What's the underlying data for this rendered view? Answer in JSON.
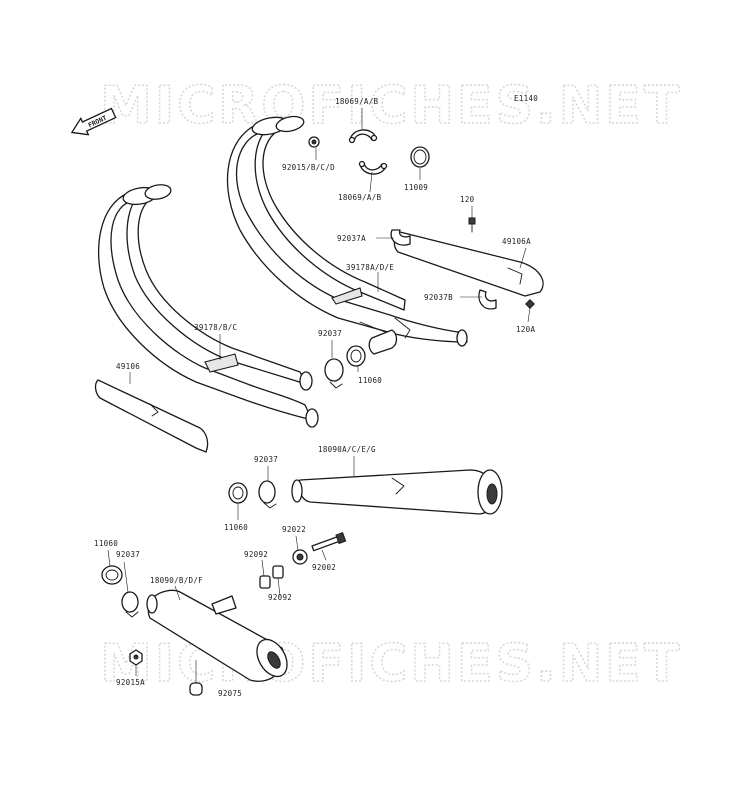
{
  "diagram": {
    "code": "E1140",
    "front_label": "FRONT",
    "watermark": "MICROFICHES.NET"
  },
  "parts": {
    "p18069ab_top": "18069/A/B",
    "p92015bcd": "92015/B/C/D",
    "p18069ab_bottom": "18069/A/B",
    "p11009": "11009",
    "p120": "120",
    "p49106a": "49106A",
    "p92037a": "92037A",
    "p39178ade": "39178A/D/E",
    "p92037b": "92037B",
    "p120a": "120A",
    "p39178bc": "39178/B/C",
    "p92037_mid": "92037",
    "p11060_mid": "11060",
    "p49106": "49106",
    "p92037_low": "92037",
    "p18090aceg": "18090A/C/E/G",
    "p11060_low": "11060",
    "p92022": "92022",
    "p11060_left": "11060",
    "p92037_left": "92037",
    "p92092_a": "92092",
    "p92002": "92002",
    "p18090bdf": "18090/B/D/F",
    "p92092_b": "92092",
    "p92015a": "92015A",
    "p92075": "92075"
  }
}
